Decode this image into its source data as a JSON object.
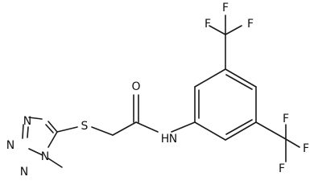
{
  "molecule": {
    "atoms": {
      "o_carbonyl": "O",
      "n_amide": "N",
      "h_amide": "H",
      "s_thioether": "S",
      "n_tz_1": "N",
      "n_tz_2": "N",
      "n_tz_3": "N",
      "n_tz_4": "N",
      "f_top_1": "F",
      "f_top_2": "F",
      "f_top_3": "F",
      "f_bot_1": "F",
      "f_bot_2": "F",
      "f_bot_3": "F"
    }
  },
  "colors": {
    "bond": "#1a1a1a",
    "label": "#111111",
    "background": "#ffffff"
  }
}
